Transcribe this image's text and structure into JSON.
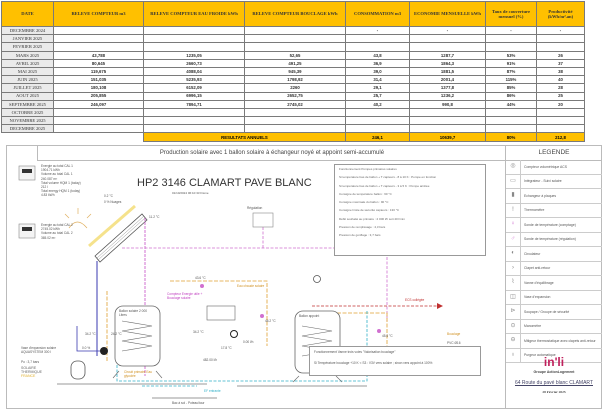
{
  "table": {
    "headers": [
      "DATE",
      "RELEVE COMPTEUR m3",
      "RELEVE COMPTEUR EAU FROIDE kWh",
      "RELEVE COMPTEUR BOUCLAGE kWh",
      "CONSOMMATION m3",
      "ECONOMIE MENSUELLE kWh",
      "Taux de couverture mensuel (%)",
      "Productivité (kWh/m².an)"
    ],
    "rows": [
      {
        "date": "DECEMBRE 2024",
        "m3": "",
        "eau_froide": "",
        "bouclage": "",
        "conso": "-",
        "economie": "-",
        "taux": "-",
        "prod": "-"
      },
      {
        "date": "JANVIER 2025",
        "m3": "",
        "eau_froide": "",
        "bouclage": "",
        "conso": "",
        "economie": "",
        "taux": "",
        "prod": ""
      },
      {
        "date": "FEVRIER 2025",
        "m3": "",
        "eau_froide": "",
        "bouclage": "",
        "conso": "",
        "economie": "",
        "taux": "",
        "prod": ""
      },
      {
        "date": "MARS 2025",
        "m3": "43,788",
        "eau_froide": "1235,05",
        "bouclage": "52,65",
        "conso": "43,8",
        "economie": "1287,7",
        "taux": "53%",
        "prod": "26"
      },
      {
        "date": "AVRIL 2025",
        "m3": "80,645",
        "eau_froide": "2660,73",
        "bouclage": "491,25",
        "conso": "36,9",
        "economie": "1864,3",
        "taux": "91%",
        "prod": "37"
      },
      {
        "date": "MAI 2025",
        "m3": "119,675",
        "eau_froide": "4088,04",
        "bouclage": "945,39",
        "conso": "39,0",
        "economie": "1881,5",
        "taux": "87%",
        "prod": "38"
      },
      {
        "date": "JUIN 2025",
        "m3": "151,035",
        "eau_froide": "5235,93",
        "bouclage": "1798,92",
        "conso": "31,4",
        "economie": "2001,4",
        "taux": "115%",
        "prod": "40"
      },
      {
        "date": "JUILLET 2025",
        "m3": "180,108",
        "eau_froide": "6152,09",
        "bouclage": "2260",
        "conso": "29,1",
        "economie": "1377,8",
        "taux": "85%",
        "prod": "28"
      },
      {
        "date": "AOUT 2025",
        "m3": "205,855",
        "eau_froide": "6996,15",
        "bouclage": "2652,75",
        "conso": "25,7",
        "economie": "1236,2",
        "taux": "86%",
        "prod": "25"
      },
      {
        "date": "SEPTEMBRE 2025",
        "m3": "246,097",
        "eau_froide": "7894,71",
        "bouclage": "2745,02",
        "conso": "40,2",
        "economie": "990,8",
        "taux": "44%",
        "prod": "20"
      },
      {
        "date": "OCTOBRE 2025",
        "m3": "",
        "eau_froide": "",
        "bouclage": "",
        "conso": "",
        "economie": "",
        "taux": "",
        "prod": ""
      },
      {
        "date": "NOVEMBRE 2025",
        "m3": "",
        "eau_froide": "",
        "bouclage": "",
        "conso": "",
        "economie": "",
        "taux": "",
        "prod": ""
      },
      {
        "date": "DECEMBRE 2025",
        "m3": "",
        "eau_froide": "",
        "bouclage": "",
        "conso": "",
        "economie": "",
        "taux": "",
        "prod": ""
      }
    ],
    "totals": {
      "label": "RESULTATS ANNUELS",
      "conso": "246,1",
      "economie": "10639,7",
      "taux": "80%",
      "prod": "212,8"
    }
  },
  "diagram": {
    "title": "Production solaire avec 1 ballon solaire à échangeur noyé et appoint semi-accumulé",
    "project": "HP2 3146 CLAMART PAVE BLANC",
    "project_date": "01/10/2024 06:10:33 Fisme",
    "cal1": [
      "Energie au total CAL 1",
      "1904.71 kWh",
      "Volume au total CAL 1",
      "240.087 m³",
      "Total volume HQM 1 (today)",
      "212 l",
      "Total energy HQM 1 (today)",
      "4.83 kWh"
    ],
    "cal2": [
      "Energie au total CAL 2",
      "2745.02 kWh",
      "Volume au total CAL 2",
      "365.02 m³"
    ],
    "temps": {
      "outside": "0.2 °C",
      "irr": "0 % Nuages",
      "collector": "11.2 °C",
      "t1": "34.2 °C",
      "t2": "24.2 °C",
      "pct": "0.0 %",
      "t3": "43.6 °C",
      "t4": "46.2 °C",
      "t5": "45.6 °C",
      "t6": "17.8 °C",
      "t7": "34.2 °C"
    },
    "labels": {
      "regulation": "Régulation",
      "ballon_solaire": "Ballon solaire 2 000 Litres",
      "ballon_appoint": "Ballon appoint",
      "expansion": "Vase d'expansion solaire AQUASYSTEM 300 l",
      "expansion_p": "Po : 3,7 bars",
      "eau_chaude": "Eau chaude solaire",
      "ecs": "ECS collégée",
      "bouclage": "Bouclage",
      "ef": "EF entrante",
      "compteur": "Compteur Energie utile + Bouclage solaire",
      "circuit": "Circuit primaire Eau glycolée",
      "flow": "0.00 l/h",
      "flow2": "482.00 l/h",
      "bac": "Bac à sol - Poteau/tour",
      "pvc": "PVC Ø16"
    },
    "info_lines": [
      "Fonctionnement Pompes primaires solaires",
      "Si température bas de ballon + T capteurs - 8 à 10 K : Pompe en fonction",
      "Si température bas de ballon + T capteurs - 3 à 5 K : Pompe arrêtée",
      "Consigne de température ballon : 60 °C",
      "Consigne maximale du ballon : 90 °C",
      "Consigne limite de sécurité capteurs : 130 °C",
      "Débit souhaité au primaire : 2 000 l/h soit 40 l/min",
      "Pression de remplissage : 4,3 bars",
      "Pression de gonflage : 3,7 bars"
    ],
    "op_box": {
      "title": "Fonctionnement Vanne trois voies \"Valorisation bouclage\"",
      "text": "Si Température bouclage +10 K < S3 : V3V vers solaire ; sinon vers appoint à 100%"
    },
    "solar_logo": [
      "SOLAIRE",
      "THERMIQUE",
      "FRANCE"
    ]
  },
  "legend": {
    "title": "LEGENDE",
    "items": [
      {
        "icon": "meter-icon",
        "glyph": "◎",
        "label": "Compteur volumétrique ACS"
      },
      {
        "icon": "integrator-icon",
        "glyph": "▭",
        "label": "Intégrateur - Suivi solaire"
      },
      {
        "icon": "plate-exchanger-icon",
        "glyph": "▮",
        "label": "Echangeur à plaques"
      },
      {
        "icon": "thermometer-icon",
        "glyph": "!",
        "label": "Thermomètre"
      },
      {
        "icon": "sensor-count-icon",
        "glyph": "♀",
        "label": "Sonde de température (comptage)"
      },
      {
        "icon": "sensor-reg-icon",
        "glyph": "♂",
        "label": "Sonde de température (régulation)"
      },
      {
        "icon": "circulator-icon",
        "glyph": "◐",
        "label": "Circulateur"
      },
      {
        "icon": "check-valve-icon",
        "glyph": "›",
        "label": "Clapet anti-retour"
      },
      {
        "icon": "balancing-valve-icon",
        "glyph": "⌇",
        "label": "Vanne d'équilibrage"
      },
      {
        "icon": "expansion-vessel-icon",
        "glyph": "◫",
        "label": "Vase d'expansion"
      },
      {
        "icon": "safety-valve-icon",
        "glyph": "⊳",
        "label": "Soupape / Groupe de sécurité"
      },
      {
        "icon": "manometer-icon",
        "glyph": "⊙",
        "label": "Manomètre"
      },
      {
        "icon": "mixer-icon",
        "glyph": "⊖",
        "label": "Mitigeur thermostatique avec clapets anti-retour"
      },
      {
        "icon": "air-vent-icon",
        "glyph": "♁",
        "label": "Purgeur automatique"
      }
    ],
    "brand": "in'li",
    "brand_sub": "Groupe ActionLogement",
    "address": "64 Route du pavé blanc CLAMART",
    "date": "28 Février 2025"
  },
  "colors": {
    "header": "#ffc000",
    "date_bg": "#eaeaea",
    "brand": "#c0205c",
    "solar_pink": "#d070d0",
    "hot_orange": "#e0a030",
    "cold_blue": "#3a3ab0",
    "cyan": "#30b0c8",
    "red": "#c03030"
  }
}
